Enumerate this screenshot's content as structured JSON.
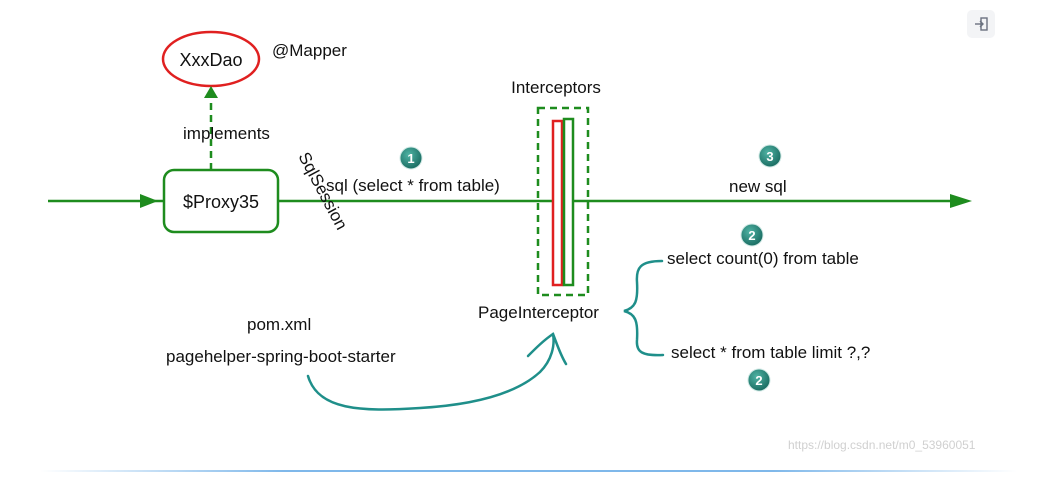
{
  "diagram": {
    "dao_label": "XxxDao",
    "mapper_label": "@Mapper",
    "implements_label": "implements",
    "proxy_label": "$Proxy35",
    "sqlsession_label": "SqlSession",
    "sql_label": "sql (select * from table)",
    "interceptors_label": "Interceptors",
    "new_sql_label": "new sql",
    "count_sql_label": "select count(0) from table",
    "limit_sql_label": "select * from table limit ?,?",
    "page_interceptor_label": "PageInterceptor",
    "pom_label": "pom.xml",
    "starter_label": "pagehelper-spring-boot-starter",
    "step1": "1",
    "step2_top": "2",
    "step2_bottom": "2",
    "step3": "3",
    "watermark": "https://blog.csdn.net/m0_53960051"
  },
  "colors": {
    "green": "#1e8c1e",
    "red": "#e02020",
    "teal": "#1f8f8a",
    "badge": "#1f7a6e"
  },
  "icons": {
    "exit": "exit-icon"
  }
}
